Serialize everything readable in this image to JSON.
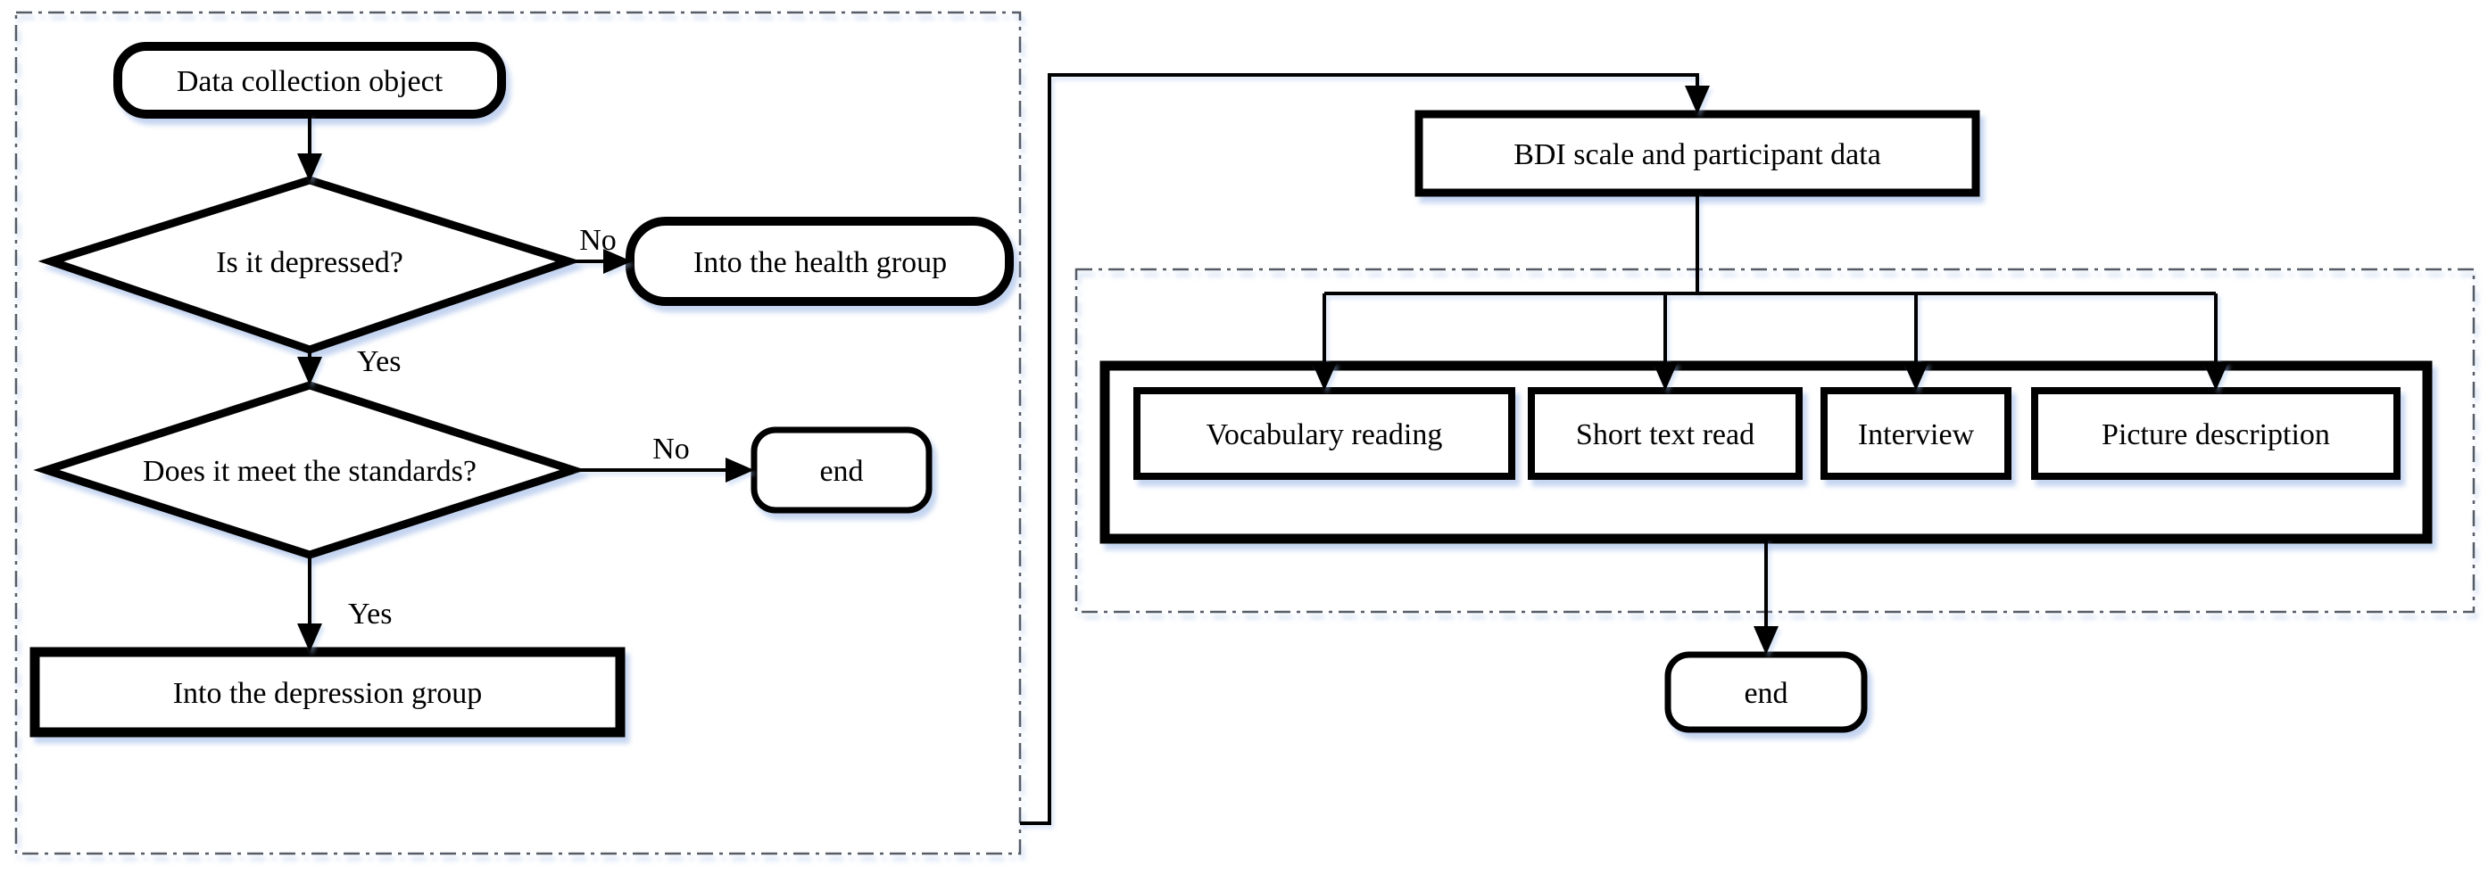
{
  "figure": {
    "type": "flowchart",
    "background": "#ffffff",
    "colors": {
      "shape_stroke": "#000000",
      "shape_fill": "#ffffff",
      "connector": "#000000",
      "group_border": "#565c66",
      "shadow": "#93b1e3",
      "text": "#000000"
    },
    "left_group": {
      "start": "Data collection object",
      "decision_depressed": "Is it depressed?",
      "health_group": "Into the health group",
      "decision_standards": "Does it meet the standards?",
      "end": "end",
      "depression_group": "Into the depression group",
      "edges": {
        "depressed_no": "No",
        "depressed_yes": "Yes",
        "standards_no": "No",
        "standards_yes": "Yes"
      }
    },
    "right_group": {
      "bdi": "BDI scale and participant data",
      "tasks": [
        "Vocabulary reading",
        "Short text read",
        "Interview",
        "Picture description"
      ],
      "end": "end"
    }
  }
}
